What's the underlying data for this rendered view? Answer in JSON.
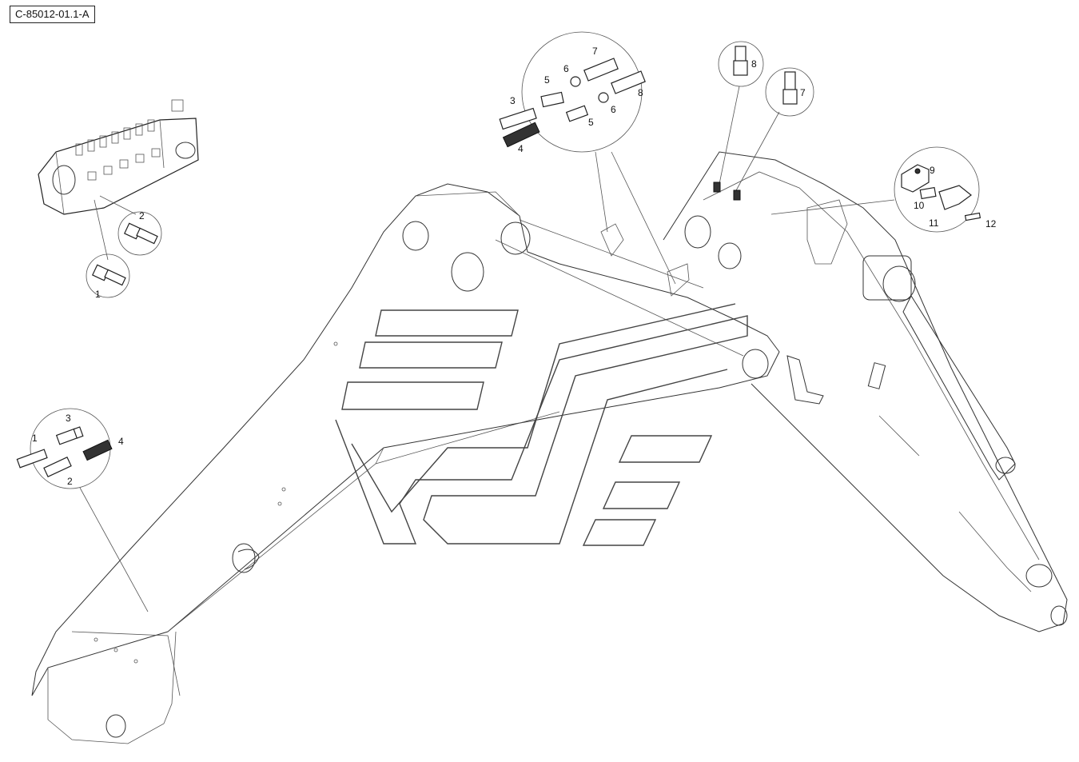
{
  "drawing_id": "C-85012-01.1-A",
  "callouts": {
    "left_upper": {
      "1": "1",
      "2": "2"
    },
    "left_lower": {
      "1": "1",
      "2": "2",
      "3": "3",
      "4": "4"
    },
    "top_center": {
      "3": "3",
      "4": "4",
      "5a": "5",
      "5b": "5",
      "6a": "6",
      "6b": "6",
      "7": "7",
      "8": "8"
    },
    "boom_pins": {
      "7": "7",
      "8": "8"
    },
    "right_bracket": {
      "9": "9",
      "10": "10",
      "11": "11",
      "12": "12"
    }
  },
  "colors": {
    "line": "#333333",
    "background": "#ffffff"
  }
}
